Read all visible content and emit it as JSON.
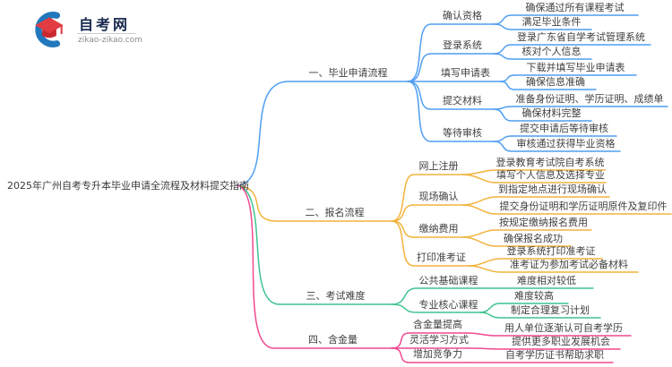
{
  "logo": {
    "title": "自考网",
    "domain": "zikao-zikao.com"
  },
  "root": {
    "title": "2025年广州自考专升本毕业申请全流程及材料提交指南"
  },
  "branches": [
    {
      "label": "一、毕业申请流程",
      "color": "#4f9ef2",
      "children": [
        {
          "label": "确认资格",
          "leaves": [
            "确保通过所有课程考试",
            "满足毕业条件"
          ]
        },
        {
          "label": "登录系统",
          "leaves": [
            "登录广东省自学考试管理系统",
            "核对个人信息"
          ]
        },
        {
          "label": "填写申请表",
          "leaves": [
            "下载并填写毕业申请表",
            "确保信息准确"
          ]
        },
        {
          "label": "提交材料",
          "leaves": [
            "准备身份证明、学历证明、成绩单",
            "确保材料完整"
          ]
        },
        {
          "label": "等待审核",
          "leaves": [
            "提交申请后等待审核",
            "审核通过获得毕业资格"
          ]
        }
      ]
    },
    {
      "label": "二、报名流程",
      "color": "#f2b33c",
      "children": [
        {
          "label": "网上注册",
          "leaves": [
            "登录教育考试院自考系统",
            "填写个人信息及选择专业"
          ]
        },
        {
          "label": "现场确认",
          "leaves": [
            "到指定地点进行现场确认",
            "提交身份证明和学历证明原件及复印件"
          ]
        },
        {
          "label": "缴纳费用",
          "leaves": [
            "按规定缴纳报名费用",
            "确保报名成功"
          ]
        },
        {
          "label": "打印准考证",
          "leaves": [
            "登录系统打印准考证",
            "准考证为参加考试必备材料"
          ]
        }
      ]
    },
    {
      "label": "三、考试难度",
      "color": "#3fc48f",
      "children": [
        {
          "label": "公共基础课程",
          "leaves": [
            "难度相对较低"
          ]
        },
        {
          "label": "专业核心课程",
          "leaves": [
            "难度较高",
            "制定合理复习计划"
          ]
        }
      ]
    },
    {
      "label": "四、含金量",
      "color": "#f1498f",
      "children": [
        {
          "label": "含金量提高",
          "leaves": [
            "用人单位逐渐认可自考学历"
          ]
        },
        {
          "label": "灵活学习方式",
          "leaves": [
            "提供更多职业发展机会"
          ]
        },
        {
          "label": "增加竞争力",
          "leaves": [
            "自考学历证书帮助求职"
          ]
        }
      ]
    }
  ]
}
